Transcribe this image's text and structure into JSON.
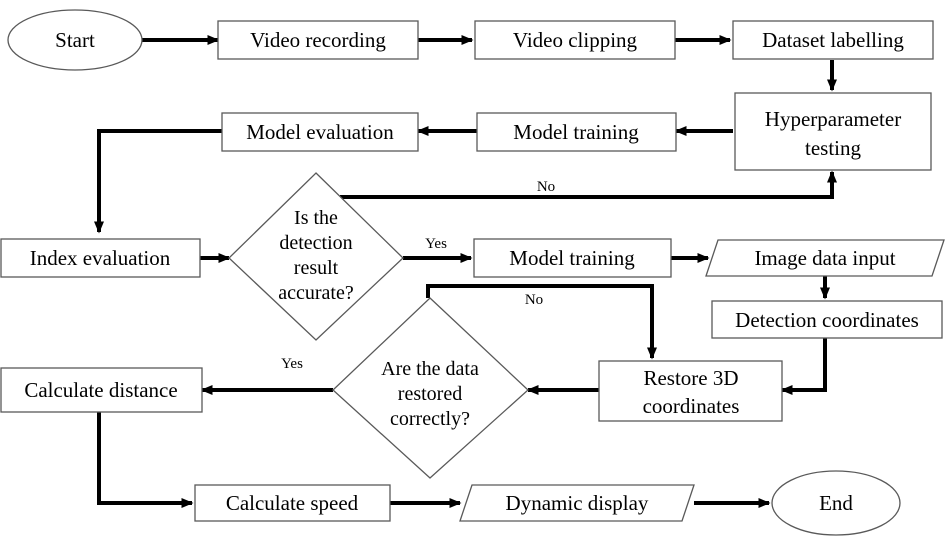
{
  "nodes": {
    "start": "Start",
    "video_recording": "Video recording",
    "video_clipping": "Video clipping",
    "dataset_labelling": "Dataset labelling",
    "hyperparameter_testing": [
      "Hyperparameter",
      "testing"
    ],
    "model_training_top": "Model training",
    "model_evaluation": "Model evaluation",
    "index_evaluation": "Index evaluation",
    "detection_decision": [
      "Is the",
      "detection",
      "result",
      "accurate?"
    ],
    "model_training_mid": "Model training",
    "image_data_input": "Image data input",
    "detection_coordinates": "Detection coordinates",
    "restore_3d": [
      "Restore 3D",
      "coordinates"
    ],
    "restore_decision": [
      "Are the data",
      "restored",
      "correctly?"
    ],
    "calculate_distance": "Calculate distance",
    "calculate_speed": "Calculate speed",
    "dynamic_display": "Dynamic display",
    "end": "End"
  },
  "edge_labels": {
    "detection_no": "No",
    "detection_yes": "Yes",
    "restore_no": "No",
    "restore_yes": "Yes"
  }
}
